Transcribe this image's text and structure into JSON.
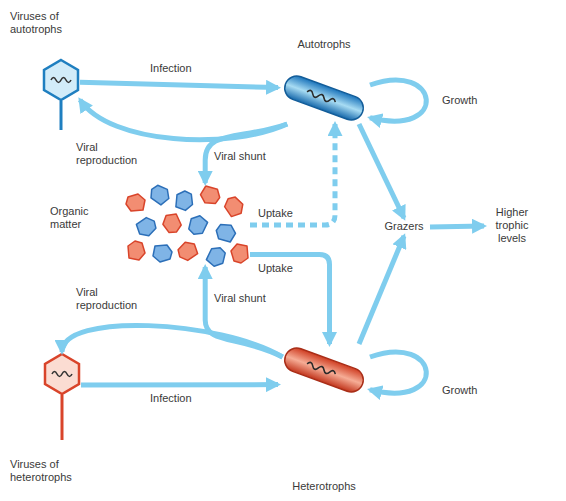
{
  "diagram": {
    "nodes": [
      {
        "text": [
          "Viruses of autotrophs"
        ]
      },
      {
        "text": [
          "Autotrophs"
        ]
      },
      {
        "text": [
          "Organic matter"
        ]
      },
      {
        "text": [
          "Grazers"
        ]
      },
      {
        "text": [
          "Higher trophic levels"
        ]
      },
      {
        "text": [
          "Viruses of heterotrophs"
        ]
      },
      {
        "text": [
          "Heterotrophs"
        ]
      }
    ],
    "edges": [
      {
        "from": 0,
        "to": 1,
        "label": "Infection",
        "arrow": "to"
      },
      {
        "from": 1,
        "to": 0,
        "label": "Viral reproduction",
        "arrow": "to"
      },
      {
        "from": 1,
        "to": 2,
        "label": "Viral shunt",
        "arrow": "to"
      },
      {
        "from": 2,
        "to": 1,
        "label": "Uptake",
        "arrow": "to"
      },
      {
        "from": 2,
        "to": 6,
        "label": "Uptake",
        "arrow": "to"
      },
      {
        "from": 6,
        "to": 2,
        "label": "Viral shunt",
        "arrow": "to"
      },
      {
        "from": 6,
        "to": 5,
        "label": "Viral reproduction",
        "arrow": "to"
      },
      {
        "from": 5,
        "to": 6,
        "label": "Infection",
        "arrow": "to"
      },
      {
        "from": 1,
        "to": 1,
        "label": "Growth",
        "arrow": "to"
      },
      {
        "from": 6,
        "to": 6,
        "label": "Growth",
        "arrow": "to"
      },
      {
        "from": 1,
        "to": 3,
        "arrow": "to"
      },
      {
        "from": 6,
        "to": 3,
        "arrow": "to"
      },
      {
        "from": 3,
        "to": 4,
        "arrow": "to"
      }
    ]
  }
}
